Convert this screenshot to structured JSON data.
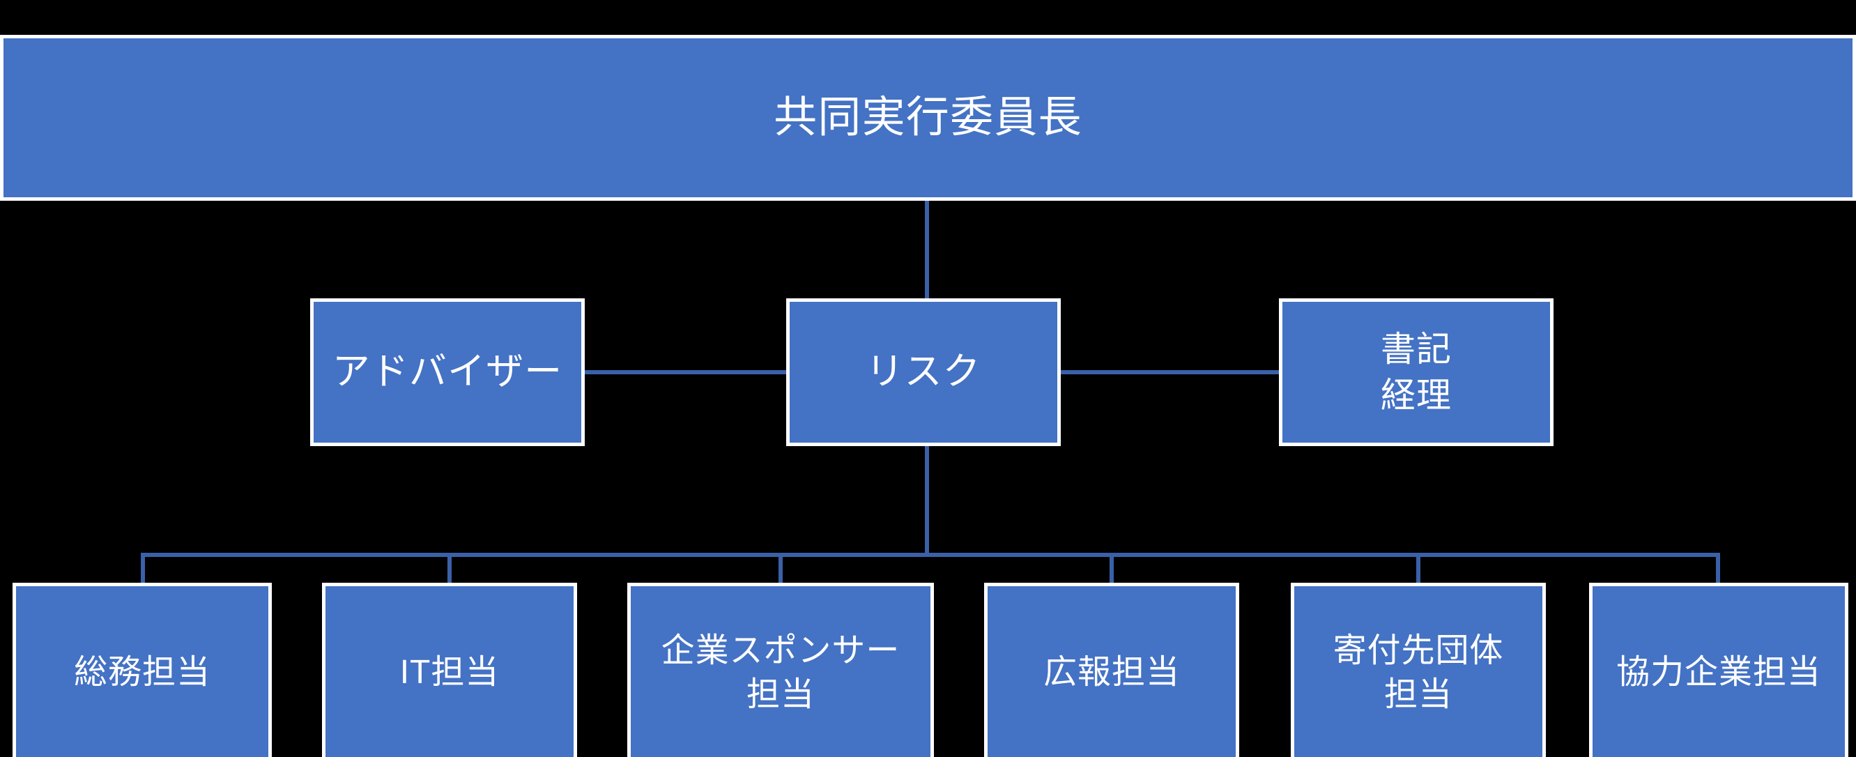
{
  "diagram": {
    "type": "org-chart",
    "background_color": "#000000",
    "node_fill_color": "#4472C4",
    "node_border_color": "#FFFFFF",
    "node_text_color": "#FFFFFF",
    "connector_color": "#3A61A8",
    "levels": [
      {
        "level": 1,
        "nodes": [
          {
            "id": "chair",
            "label": "共同実行委員長"
          }
        ]
      },
      {
        "level": 2,
        "nodes": [
          {
            "id": "advisor",
            "label": "アドバイザー"
          },
          {
            "id": "risk",
            "label": "リスク"
          },
          {
            "id": "secretary",
            "label": "書記\n経理"
          }
        ]
      },
      {
        "level": 3,
        "nodes": [
          {
            "id": "general-affairs",
            "label": "総務担当"
          },
          {
            "id": "it",
            "label": "IT担当"
          },
          {
            "id": "sponsor",
            "label": "企業スポンサー\n担当"
          },
          {
            "id": "pr",
            "label": "広報担当"
          },
          {
            "id": "donation",
            "label": "寄付先団体\n担当"
          },
          {
            "id": "partner",
            "label": "協力企業担当"
          }
        ]
      }
    ],
    "connections": [
      {
        "id": "chair-risk",
        "from": "chair",
        "to": "risk",
        "style": "vertical"
      },
      {
        "id": "risk-advisor",
        "from": "risk",
        "to": "advisor",
        "style": "horizontal"
      },
      {
        "id": "risk-secretary",
        "from": "risk",
        "to": "secretary",
        "style": "horizontal"
      },
      {
        "id": "risk-bus",
        "from": "risk",
        "to": "bus",
        "style": "vertical"
      },
      {
        "id": "bus-general-affairs",
        "from": "bus",
        "to": "general-affairs",
        "style": "drop"
      },
      {
        "id": "bus-it",
        "from": "bus",
        "to": "it",
        "style": "drop"
      },
      {
        "id": "bus-sponsor",
        "from": "bus",
        "to": "sponsor",
        "style": "drop"
      },
      {
        "id": "bus-pr",
        "from": "bus",
        "to": "pr",
        "style": "drop"
      },
      {
        "id": "bus-donation",
        "from": "bus",
        "to": "donation",
        "style": "drop"
      },
      {
        "id": "bus-partner",
        "from": "bus",
        "to": "partner",
        "style": "drop"
      }
    ]
  }
}
